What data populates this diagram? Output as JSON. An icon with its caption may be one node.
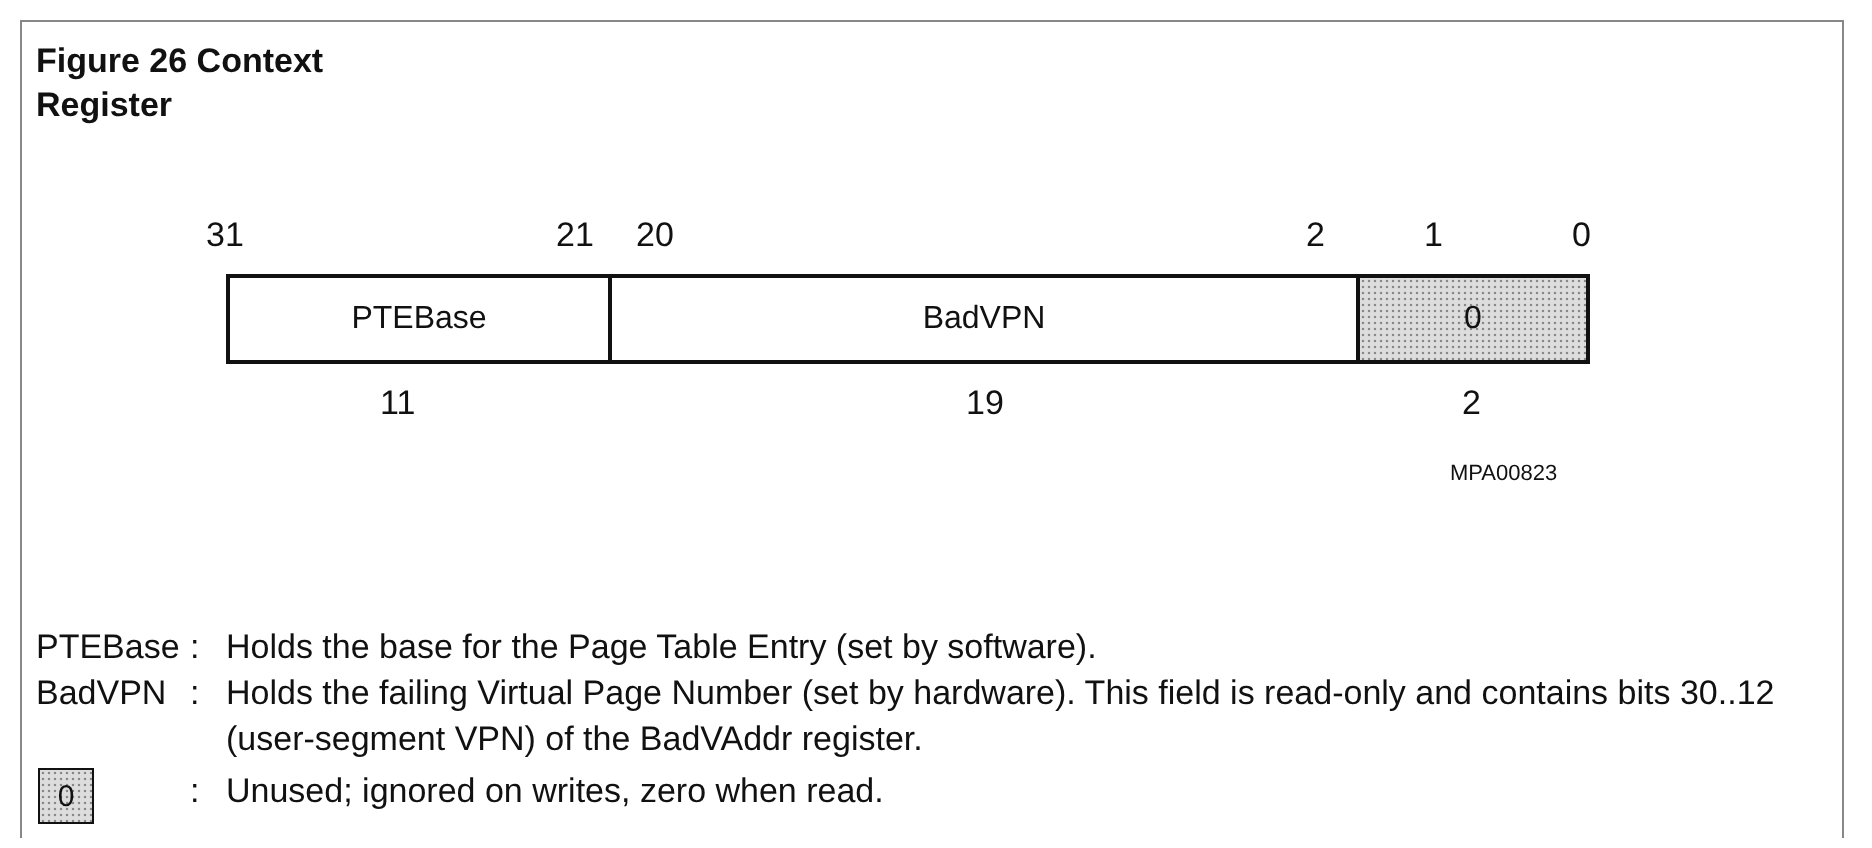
{
  "diagram": {
    "title": "Figure 26 Context Register",
    "nodes": [
      {
        "text": [
          "PTEBase"
        ]
      },
      {
        "text": [
          "BadVPN"
        ]
      },
      {
        "text": [
          "0"
        ]
      },
      {
        "text": [
          "0"
        ]
      }
    ],
    "labels": [
      "31",
      "21",
      "20",
      "2",
      "1",
      "0",
      "11",
      "19",
      "2",
      "MPA00823",
      "PTEBase",
      ":",
      "Holds the base for the Page Table Entry (set by software).",
      "BadVPN",
      ":",
      "Holds the failing Virtual Page Number (set by hardware). This field is read-only and contains bits 30..12 (user-segment VPN) of the BadVAddr register.",
      ":",
      "Unused; ignored on writes, zero when read."
    ]
  }
}
